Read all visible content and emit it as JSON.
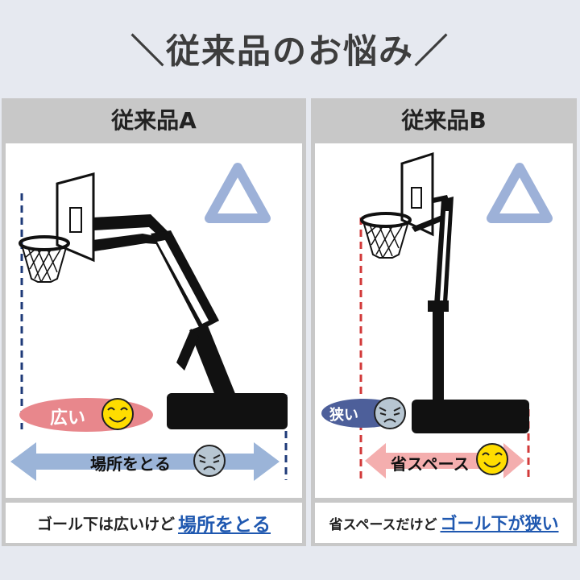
{
  "title": "＼従来品のお悩み／",
  "panel_a": {
    "heading": "従来品A",
    "rating_icon": "triangle-icon",
    "wide_label": "広い",
    "space_label": "場所をとる",
    "caption_plain": "ゴール下は広いけど",
    "caption_highlight": "場所をとる",
    "colors": {
      "dash": "#1e3a78",
      "pill": "#e8878c",
      "arrow": "#9bb4d8"
    }
  },
  "panel_b": {
    "heading": "従来品B",
    "rating_icon": "triangle-icon",
    "narrow_label": "狭い",
    "space_label": "省スペース",
    "caption_plain": "省スペースだけど",
    "caption_highlight": "ゴール下が狭い",
    "colors": {
      "dash": "#d23a3a",
      "pill": "#4d5f9a",
      "arrow": "#f4aeae"
    }
  }
}
